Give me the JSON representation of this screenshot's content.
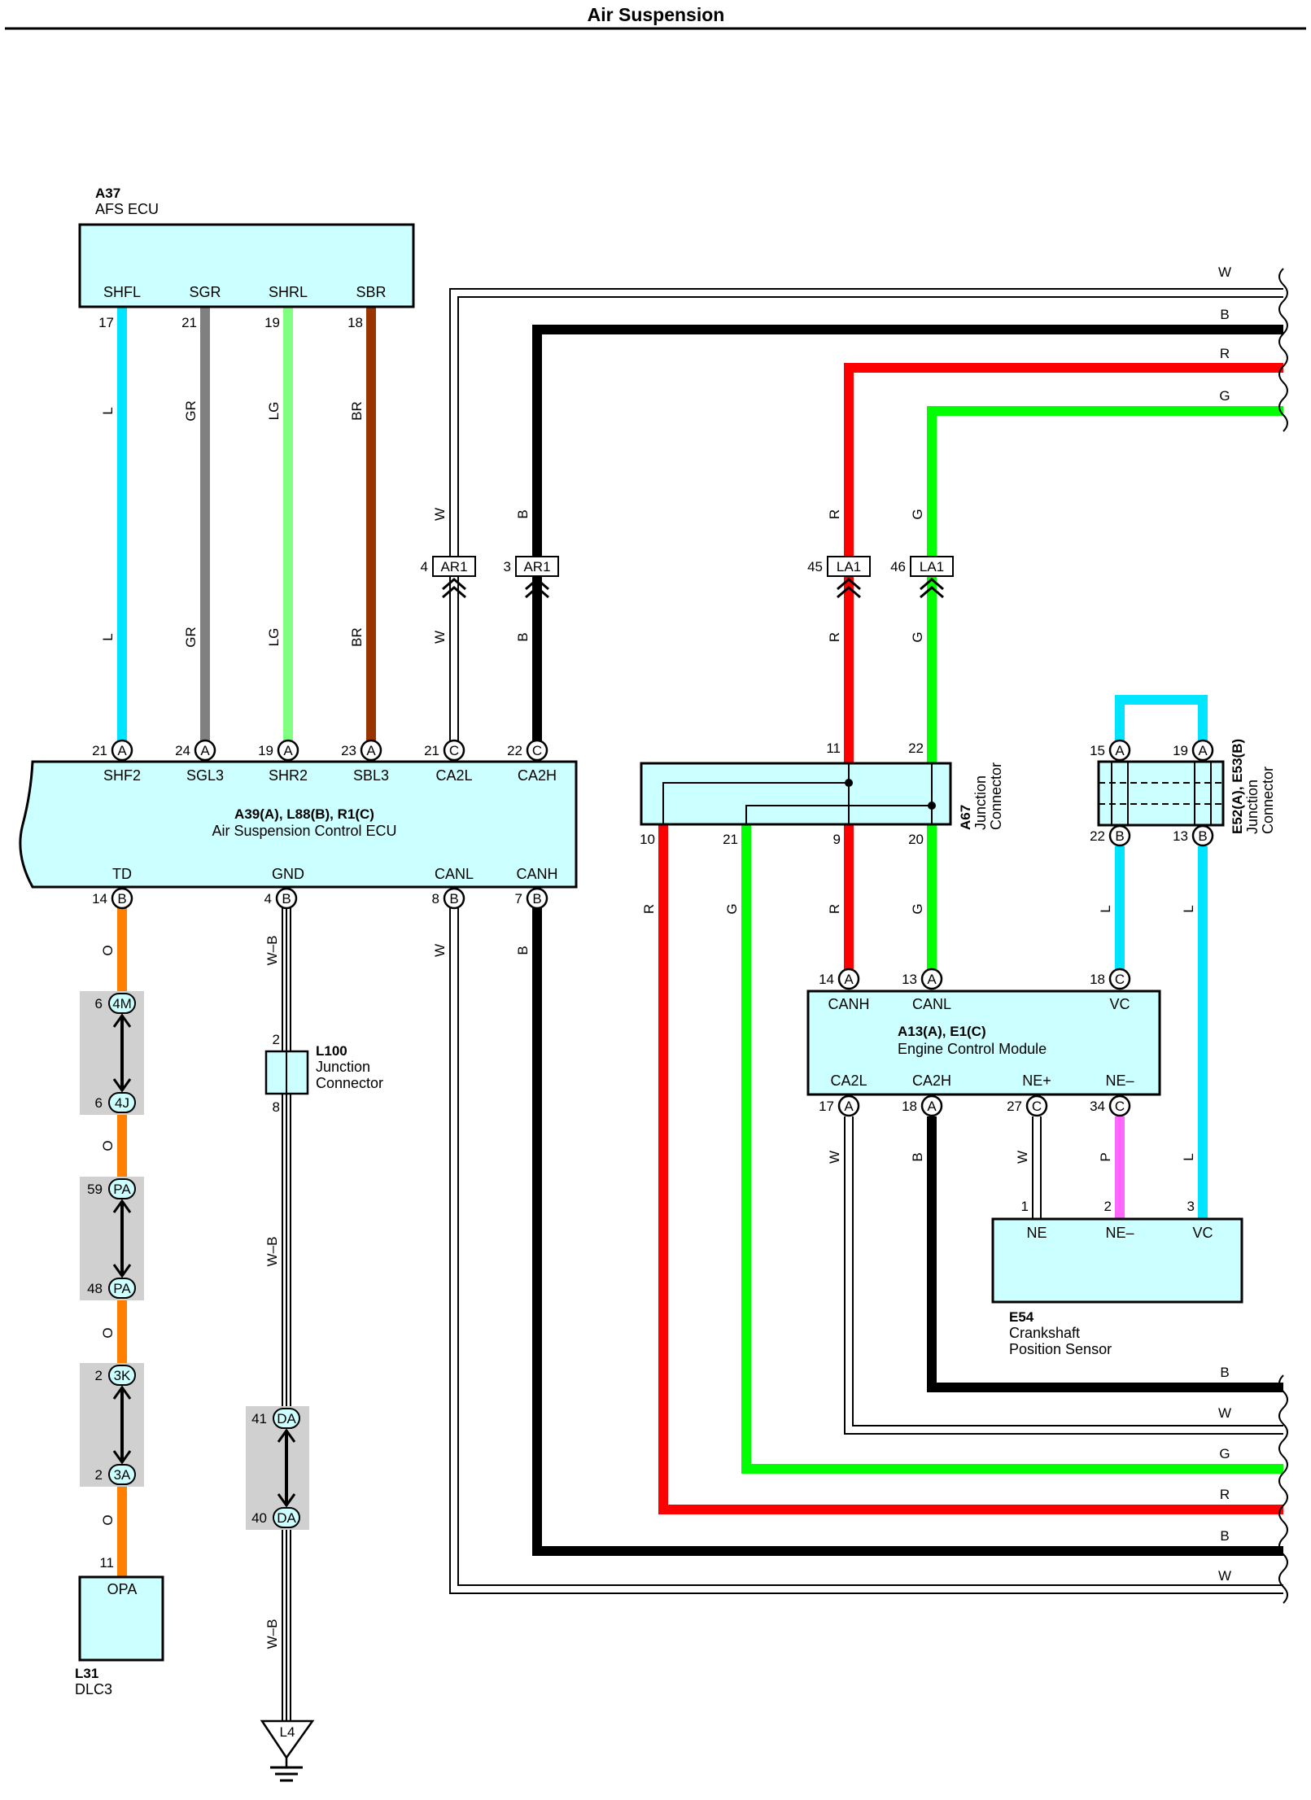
{
  "title": "Air Suspension",
  "components": {
    "afs_ecu": {
      "id": "A37",
      "name": "AFS ECU",
      "pins": [
        "SHFL",
        "SGR",
        "SHRL",
        "SBR"
      ],
      "pin_numbers": [
        "17",
        "21",
        "19",
        "18"
      ]
    },
    "air_ecu": {
      "id": "A39(A), L88(B), R1(C)",
      "name": "Air Suspension Control ECU",
      "top_pins": [
        "SHF2",
        "SGL3",
        "SHR2",
        "SBL3",
        "CA2L",
        "CA2H"
      ],
      "top_numbers": [
        "21",
        "24",
        "19",
        "23",
        "21",
        "22"
      ],
      "top_letters": [
        "A",
        "A",
        "A",
        "A",
        "C",
        "C"
      ],
      "bottom_pins": [
        "TD",
        "GND",
        "CANL",
        "CANH"
      ],
      "bottom_numbers": [
        "14",
        "4",
        "8",
        "7"
      ],
      "bottom_letters": [
        "B",
        "B",
        "B",
        "B"
      ]
    },
    "a67": {
      "id": "A67",
      "name1": "Junction",
      "name2": "Connector",
      "pins": [
        "11",
        "22",
        "10",
        "21",
        "9",
        "20"
      ]
    },
    "e52": {
      "id": "E52(A), E53(B)",
      "name1": "Junction",
      "name2": "Connector",
      "top_numbers": [
        "15",
        "19"
      ],
      "top_letters": [
        "A",
        "A"
      ],
      "bottom_numbers": [
        "22",
        "13"
      ],
      "bottom_letters": [
        "B",
        "B"
      ]
    },
    "ecm": {
      "id": "A13(A), E1(C)",
      "name": "Engine Control Module",
      "top_pins": [
        "CANH",
        "CANL",
        "VC"
      ],
      "top_numbers": [
        "14",
        "13",
        "18"
      ],
      "top_letters": [
        "A",
        "A",
        "C"
      ],
      "bottom_pins": [
        "CA2L",
        "CA2H",
        "NE+",
        "NE–"
      ],
      "bottom_numbers": [
        "17",
        "18",
        "27",
        "34"
      ],
      "bottom_letters": [
        "A",
        "A",
        "C",
        "C"
      ]
    },
    "e54": {
      "id": "E54",
      "name1": "Crankshaft",
      "name2": "Position Sensor",
      "pins": [
        "NE",
        "NE–",
        "VC"
      ],
      "pin_numbers": [
        "1",
        "2",
        "3"
      ]
    },
    "l100": {
      "id": "L100",
      "name1": "Junction",
      "name2": "Connector",
      "pin_top": "2",
      "pin_bottom": "8"
    },
    "l31": {
      "id": "L31",
      "name": "DLC3",
      "pin": "OPA",
      "pin_number": "11"
    },
    "ground": {
      "label": "L4"
    }
  },
  "inline_connectors": {
    "ar1_w": {
      "label": "AR1",
      "pin": "4"
    },
    "ar1_b": {
      "label": "AR1",
      "pin": "3"
    },
    "la1_r": {
      "label": "LA1",
      "pin": "45"
    },
    "la1_g": {
      "label": "LA1",
      "pin": "46"
    },
    "c4m": {
      "label": "4M",
      "pin": "6"
    },
    "c4j": {
      "label": "4J",
      "pin": "6"
    },
    "cpa1": {
      "label": "PA",
      "pin": "59"
    },
    "cpa2": {
      "label": "PA",
      "pin": "48"
    },
    "c3k": {
      "label": "3K",
      "pin": "2"
    },
    "c3a": {
      "label": "3A",
      "pin": "2"
    },
    "cda1": {
      "label": "DA",
      "pin": "41"
    },
    "cda2": {
      "label": "DA",
      "pin": "40"
    }
  },
  "wire_labels": {
    "L": "L",
    "GR": "GR",
    "LG": "LG",
    "BR": "BR",
    "W": "W",
    "B": "B",
    "R": "R",
    "G": "G",
    "O": "O",
    "WB": "W–B",
    "P": "P"
  },
  "wire_colors": {
    "L": "#00e5ff",
    "GR": "#808080",
    "LG": "#80ff80",
    "BR": "#993300",
    "W": "#ffffff",
    "B": "#000000",
    "R": "#ff0000",
    "G": "#00ff00",
    "O": "#ff8000",
    "P": "#ff66ff"
  },
  "right_offpage": {
    "top": [
      "W",
      "B",
      "R",
      "G"
    ],
    "bottom": [
      "B",
      "W",
      "G",
      "R",
      "B",
      "W"
    ]
  }
}
